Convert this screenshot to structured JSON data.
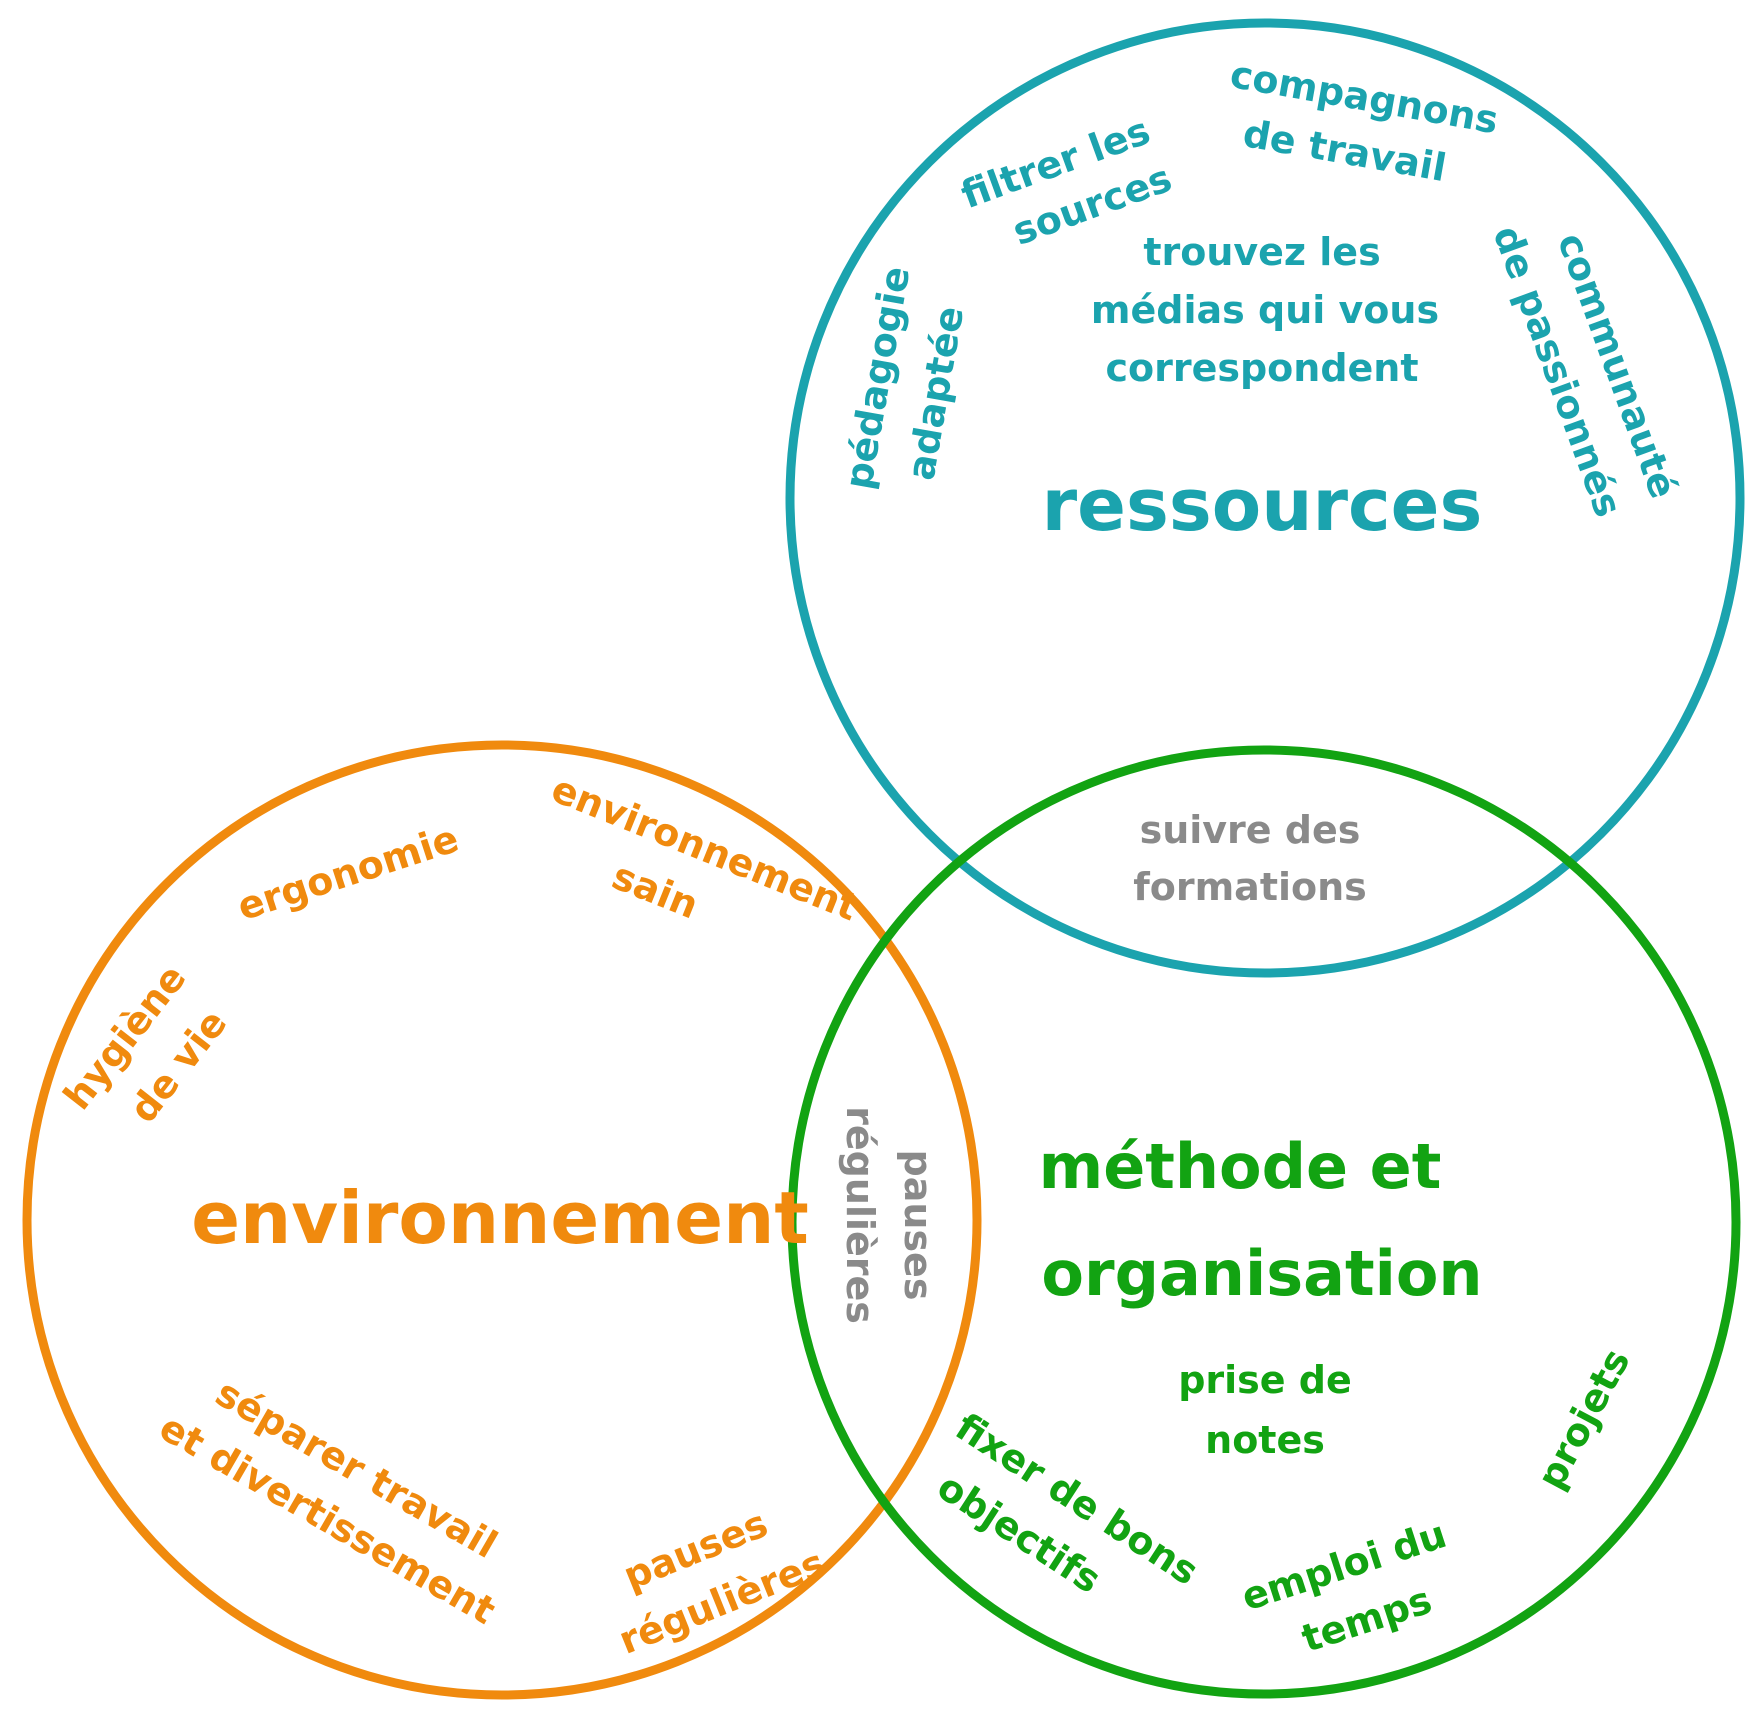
{
  "colors": {
    "ressources": "#1ba3ae",
    "environnement": "#f08a0e",
    "methode": "#12a312",
    "shared": "#8a8a8a"
  },
  "circles": {
    "ressources": {
      "title": "ressources",
      "items": [
        [
          "filtrer les",
          "sources"
        ],
        [
          "compagnons",
          "de travail"
        ],
        [
          "trouvez les",
          "médias qui vous",
          "correspondent"
        ],
        [
          "pédagogie",
          "adaptée"
        ],
        [
          "communauté",
          "de passionnés"
        ]
      ]
    },
    "environnement": {
      "title": "environnement",
      "items": [
        [
          "ergonomie"
        ],
        [
          "environnement",
          "sain"
        ],
        [
          "hygiène",
          "de vie"
        ],
        [
          "séparer travail",
          "et divertissement"
        ],
        [
          "pauses",
          "régulières"
        ]
      ]
    },
    "methode": {
      "title": [
        "méthode et",
        "organisation"
      ],
      "items": [
        [
          "prise de",
          "notes"
        ],
        [
          "projets"
        ],
        [
          "fixer de bons",
          "objectifs"
        ],
        [
          "emploi du",
          "temps"
        ]
      ]
    }
  },
  "intersections": {
    "ressources_methode": [
      "suivre des",
      "formations"
    ],
    "environnement_methode": [
      "pauses",
      "régulières"
    ]
  }
}
